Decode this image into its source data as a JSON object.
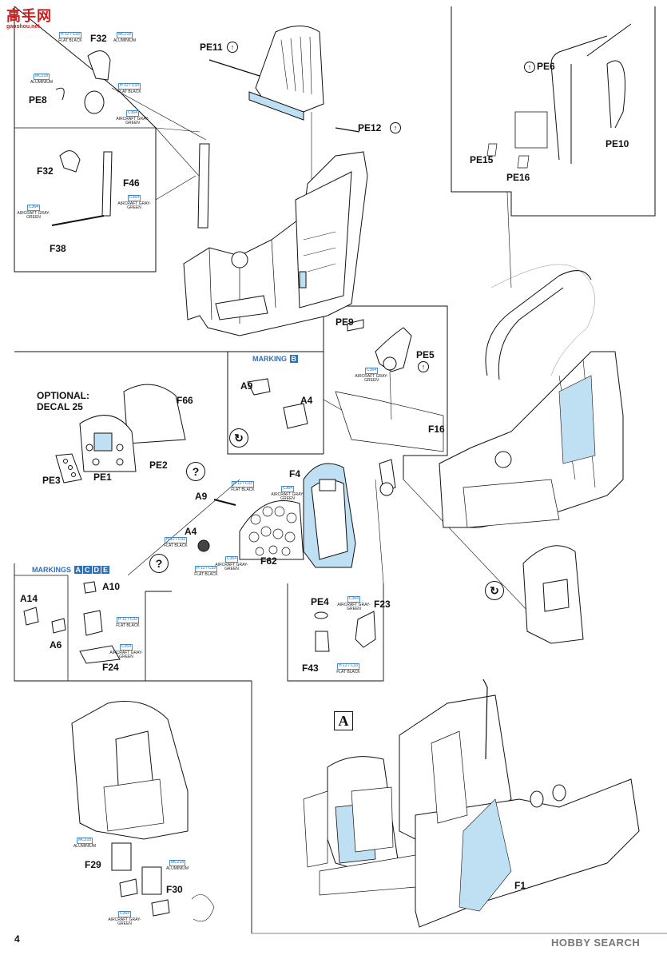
{
  "watermark_top": {
    "glyphs": "高手网",
    "sub": "gaoshou.net"
  },
  "watermark_bottom": "HOBBY SEARCH",
  "page_number": "4",
  "panels": {
    "marking_b": {
      "title": "MARKING",
      "letter": "B"
    },
    "markings_acde": {
      "title": "MARKINGS",
      "letters": [
        "A",
        "C",
        "D",
        "E"
      ]
    }
  },
  "optional_note": {
    "line1": "OPTIONAL:",
    "line2": "DECAL 25"
  },
  "view_label": "A",
  "symbols": {
    "question": "?",
    "rotate": "↻",
    "arrow": "↑"
  },
  "parts": {
    "pe11": "PE11",
    "pe12": "PE12",
    "pe6": "PE6",
    "pe10": "PE10",
    "pe15": "PE15",
    "pe16": "PE16",
    "f32a": "F32",
    "pe8": "PE8",
    "f32b": "F32",
    "f46": "F46",
    "f38": "F38",
    "pe9": "PE9",
    "pe5": "PE5",
    "f16": "F16",
    "a9a": "A9",
    "a4a": "A4",
    "f66": "F66",
    "pe2": "PE2",
    "pe3": "PE3",
    "pe1": "PE1",
    "f4": "F4",
    "a9b": "A9",
    "a4b": "A4",
    "f62": "F62",
    "a14": "A14",
    "a10": "A10",
    "a6": "A6",
    "f24": "F24",
    "pe4": "PE4",
    "f23": "F23",
    "f43": "F43",
    "f29": "F29",
    "f30": "F30",
    "f1": "F1"
  },
  "paints": {
    "c33": {
      "code": "H 12 / C33",
      "name": "FLAT BLACK"
    },
    "mc218": {
      "code": "MC218",
      "name": "ALUMINIUM"
    },
    "c364": {
      "code": "C364",
      "name": "AIRCRAFT GRAY-GREEN"
    }
  },
  "colors": {
    "accent": "#2e6fb7",
    "light_blue": "#bfe0f2"
  }
}
